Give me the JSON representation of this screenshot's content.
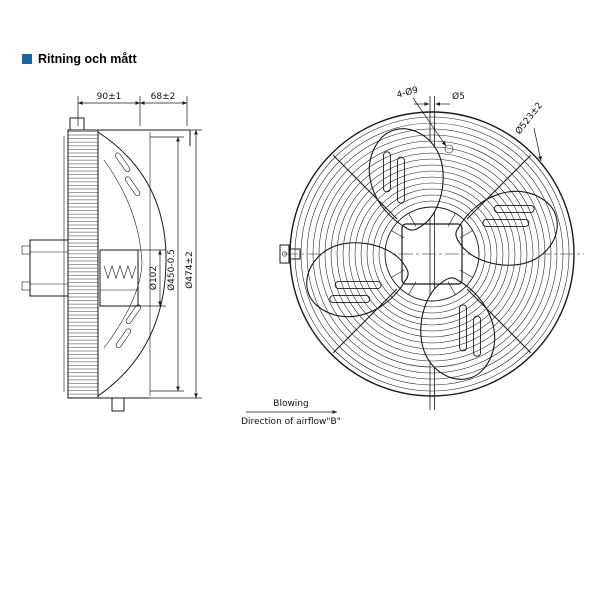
{
  "title": "Ritning och mått",
  "colors": {
    "accent": "#1c63a8"
  },
  "side_view": {
    "dim_depth_motor": "90±1",
    "dim_depth_ring": "68±2",
    "dim_hub_diameter": "Ø102",
    "dim_impeller_diameter": "Ø450-0.5",
    "dim_overall_diameter": "Ø474±2"
  },
  "front_view": {
    "dim_mounting_holes": "4-Ø9",
    "dim_guard_wire": "Ø5",
    "dim_ring_outer_diameter": "Ø523±2"
  },
  "airflow": {
    "blowing_label": "Blowing",
    "direction_label": "Direction of airflow\"B\""
  }
}
